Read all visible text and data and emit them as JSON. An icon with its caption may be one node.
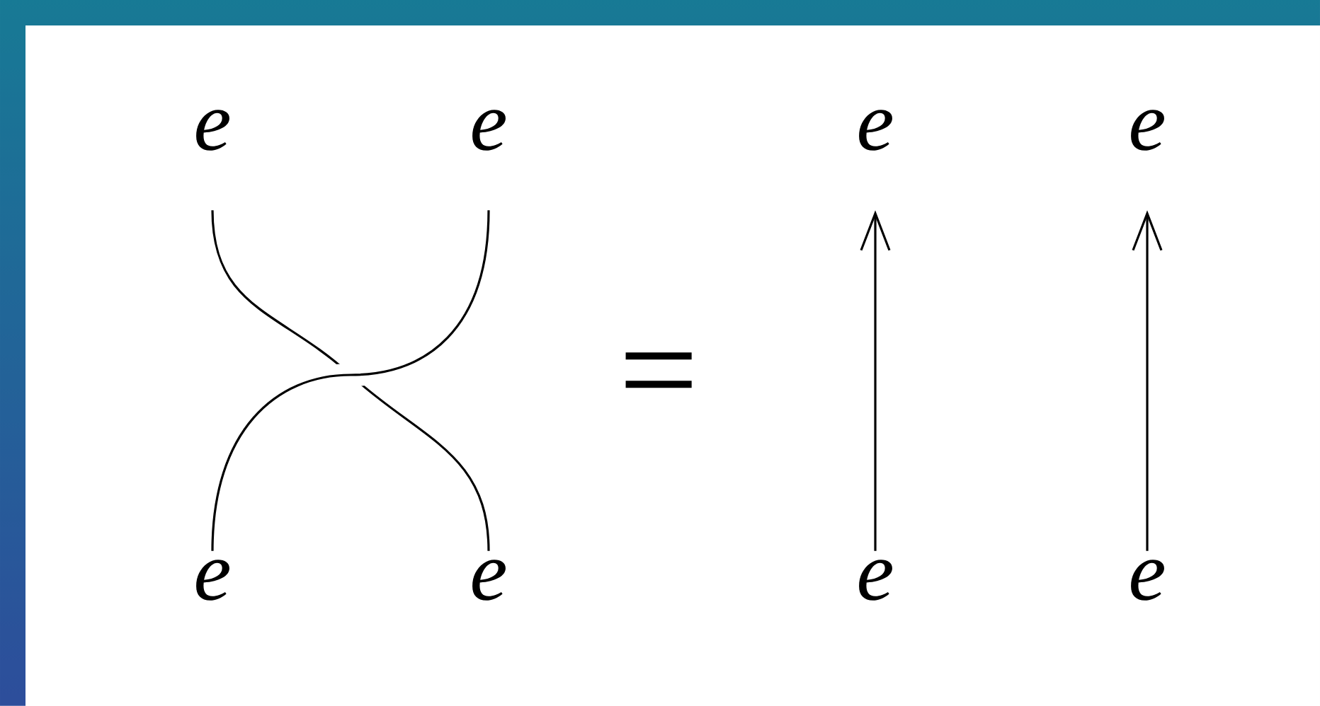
{
  "diagram": {
    "nodes": [
      {
        "text": [
          "e"
        ]
      },
      {
        "text": [
          "e"
        ]
      },
      {
        "text": [
          "e"
        ]
      },
      {
        "text": [
          "e"
        ]
      },
      {
        "text": [
          "e"
        ]
      },
      {
        "text": [
          "e"
        ]
      },
      {
        "text": [
          "e"
        ]
      },
      {
        "text": [
          "e"
        ]
      }
    ],
    "edges": [
      {
        "from": 4,
        "to": 1,
        "arrow": "none"
      },
      {
        "from": 0,
        "to": 5,
        "arrow": "none"
      },
      {
        "from": 6,
        "to": 2,
        "arrow": "to"
      },
      {
        "from": 7,
        "to": 3,
        "arrow": "to"
      }
    ],
    "labels": [
      "="
    ]
  }
}
